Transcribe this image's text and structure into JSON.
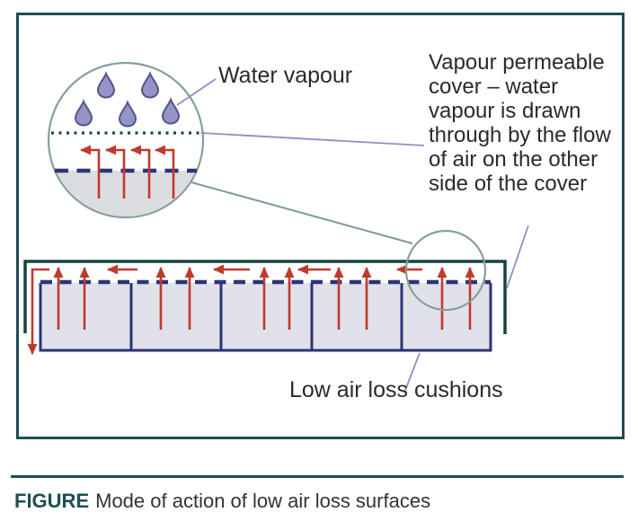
{
  "figure": {
    "inset_label": "Water vapour",
    "cover_note": "Vapour permeable\ncover – water\nvapour is drawn\nthrough by the flow\nof air on the other\nside of the cover",
    "cushions_label": "Low air loss cushions",
    "caption": {
      "tag": "FIGURE",
      "title": "Mode of action of low air loss surfaces"
    },
    "colors": {
      "border_teal": "#204c52",
      "cover_teal": "#174340",
      "caption_teal": "#1d4f52",
      "arrow_red": "#bf3a2e",
      "cushion_navy": "#2c3477",
      "leader_purple": "#8e8fc6",
      "magnifier_stroke": "#85a09b",
      "connector_teal": "#7f9b96",
      "dotted_teal": "#1f4747",
      "droplet_fill": "#9495c4",
      "droplet_stroke": "#53548f",
      "cushion_fill": "#e1e2e9",
      "inset_gray": "#dcdde1",
      "text": "#2a2a2a"
    }
  }
}
